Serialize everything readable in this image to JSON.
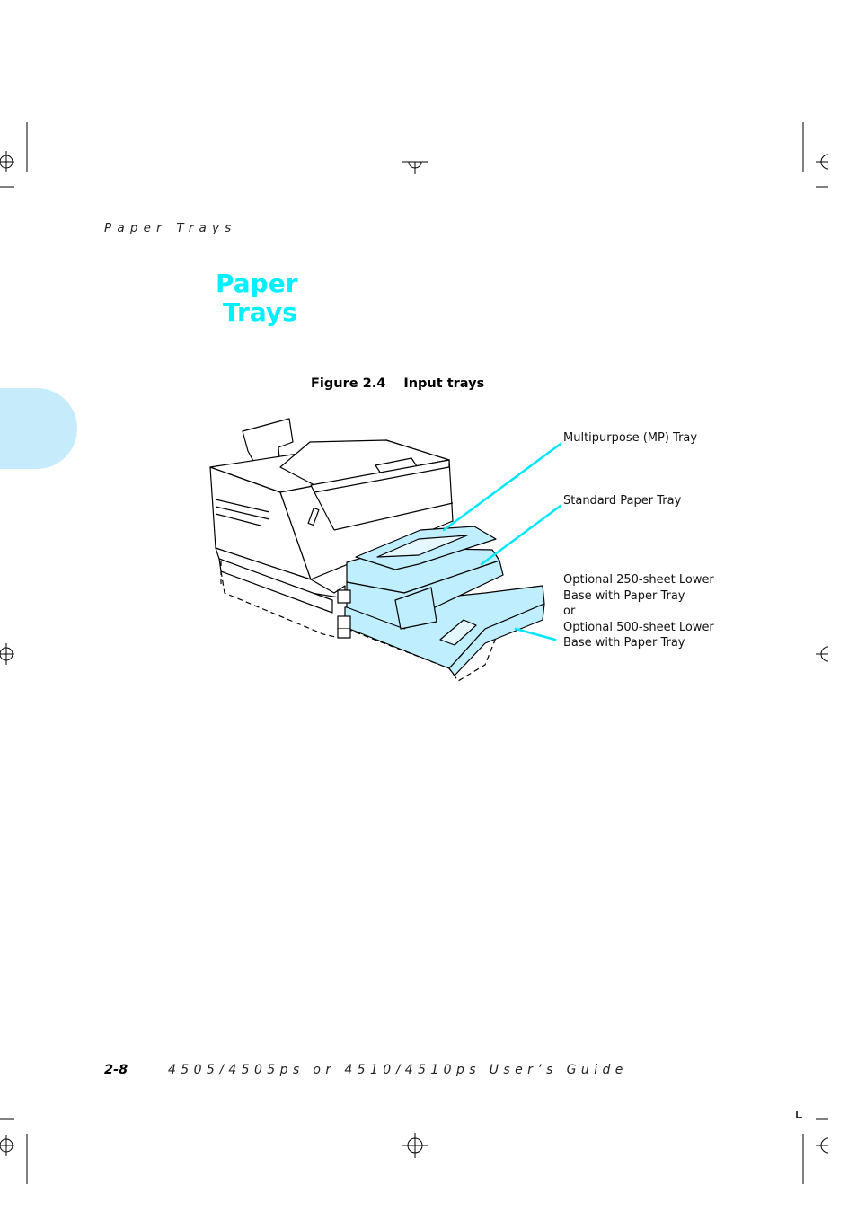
{
  "running_head": "Paper Trays",
  "section_title": {
    "line1": "Paper",
    "line2": "Trays"
  },
  "figure": {
    "number": "Figure 2.4",
    "title": "Input trays",
    "callouts": {
      "mp_tray": "Multipurpose (MP) Tray",
      "standard_tray": "Standard Paper Tray",
      "optional": {
        "line1": "Optional 250-sheet Lower",
        "line2": "Base with Paper Tray",
        "line3": "or",
        "line4": "Optional 500-sheet Lower",
        "line5": "Base with Paper Tray"
      }
    }
  },
  "footer": {
    "page_number": "2-8",
    "guide_title": "4505/4505ps or 4510/4510ps User’s Guide"
  },
  "colors": {
    "title_cyan": "#00f0ff",
    "tray_fill": "#bfeeff",
    "leader_line": "#00e6ff",
    "chapter_tab": "#c6ecfb"
  }
}
